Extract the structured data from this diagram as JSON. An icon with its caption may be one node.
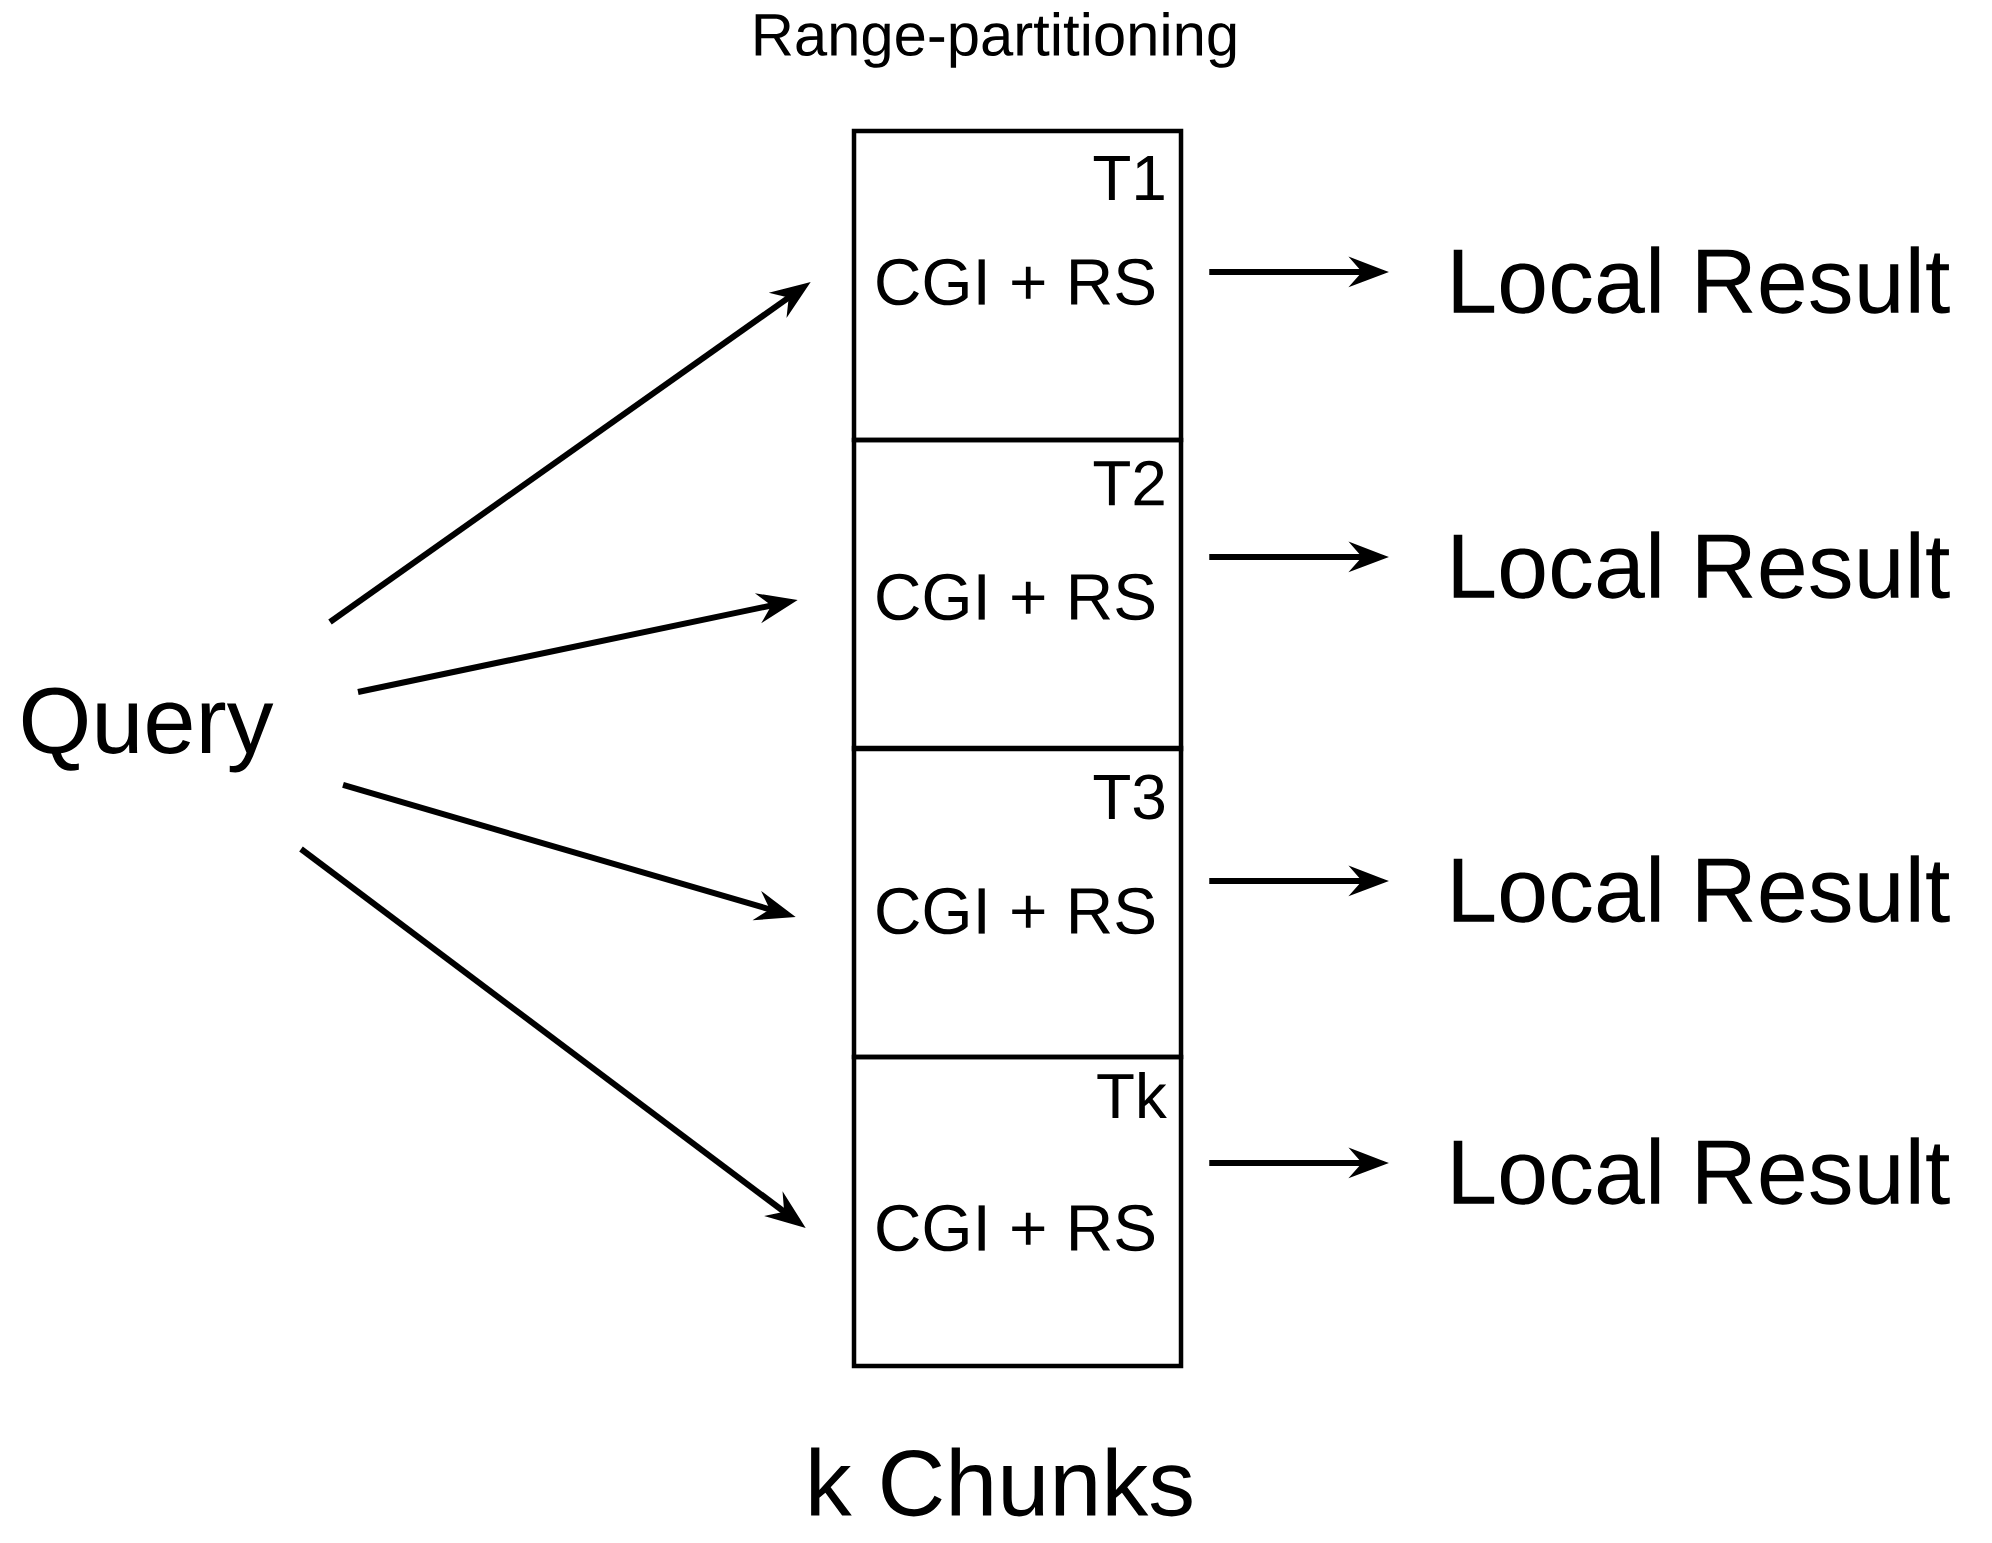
{
  "diagram": {
    "title": "Range-partitioning",
    "nodes": [
      {
        "text": [
          "Query"
        ]
      },
      {
        "text": [
          "T1",
          "CGI + RS"
        ]
      },
      {
        "text": [
          "T2",
          "CGI + RS"
        ]
      },
      {
        "text": [
          "T3",
          "CGI + RS"
        ]
      },
      {
        "text": [
          "Tk",
          "CGI + RS"
        ]
      },
      {
        "text": [
          "Local Result"
        ]
      },
      {
        "text": [
          "Local Result"
        ]
      },
      {
        "text": [
          "Local Result"
        ]
      },
      {
        "text": [
          "Local Result"
        ]
      }
    ],
    "edges": [
      {
        "from": 0,
        "to": 1,
        "arrow": "to"
      },
      {
        "from": 0,
        "to": 2,
        "arrow": "to"
      },
      {
        "from": 0,
        "to": 3,
        "arrow": "to"
      },
      {
        "from": 0,
        "to": 4,
        "arrow": "to"
      },
      {
        "from": 1,
        "to": 5,
        "arrow": "to"
      },
      {
        "from": 2,
        "to": 6,
        "arrow": "to"
      },
      {
        "from": 3,
        "to": 7,
        "arrow": "to"
      },
      {
        "from": 4,
        "to": 8,
        "arrow": "to"
      }
    ],
    "labels": [
      "k Chunks"
    ]
  }
}
